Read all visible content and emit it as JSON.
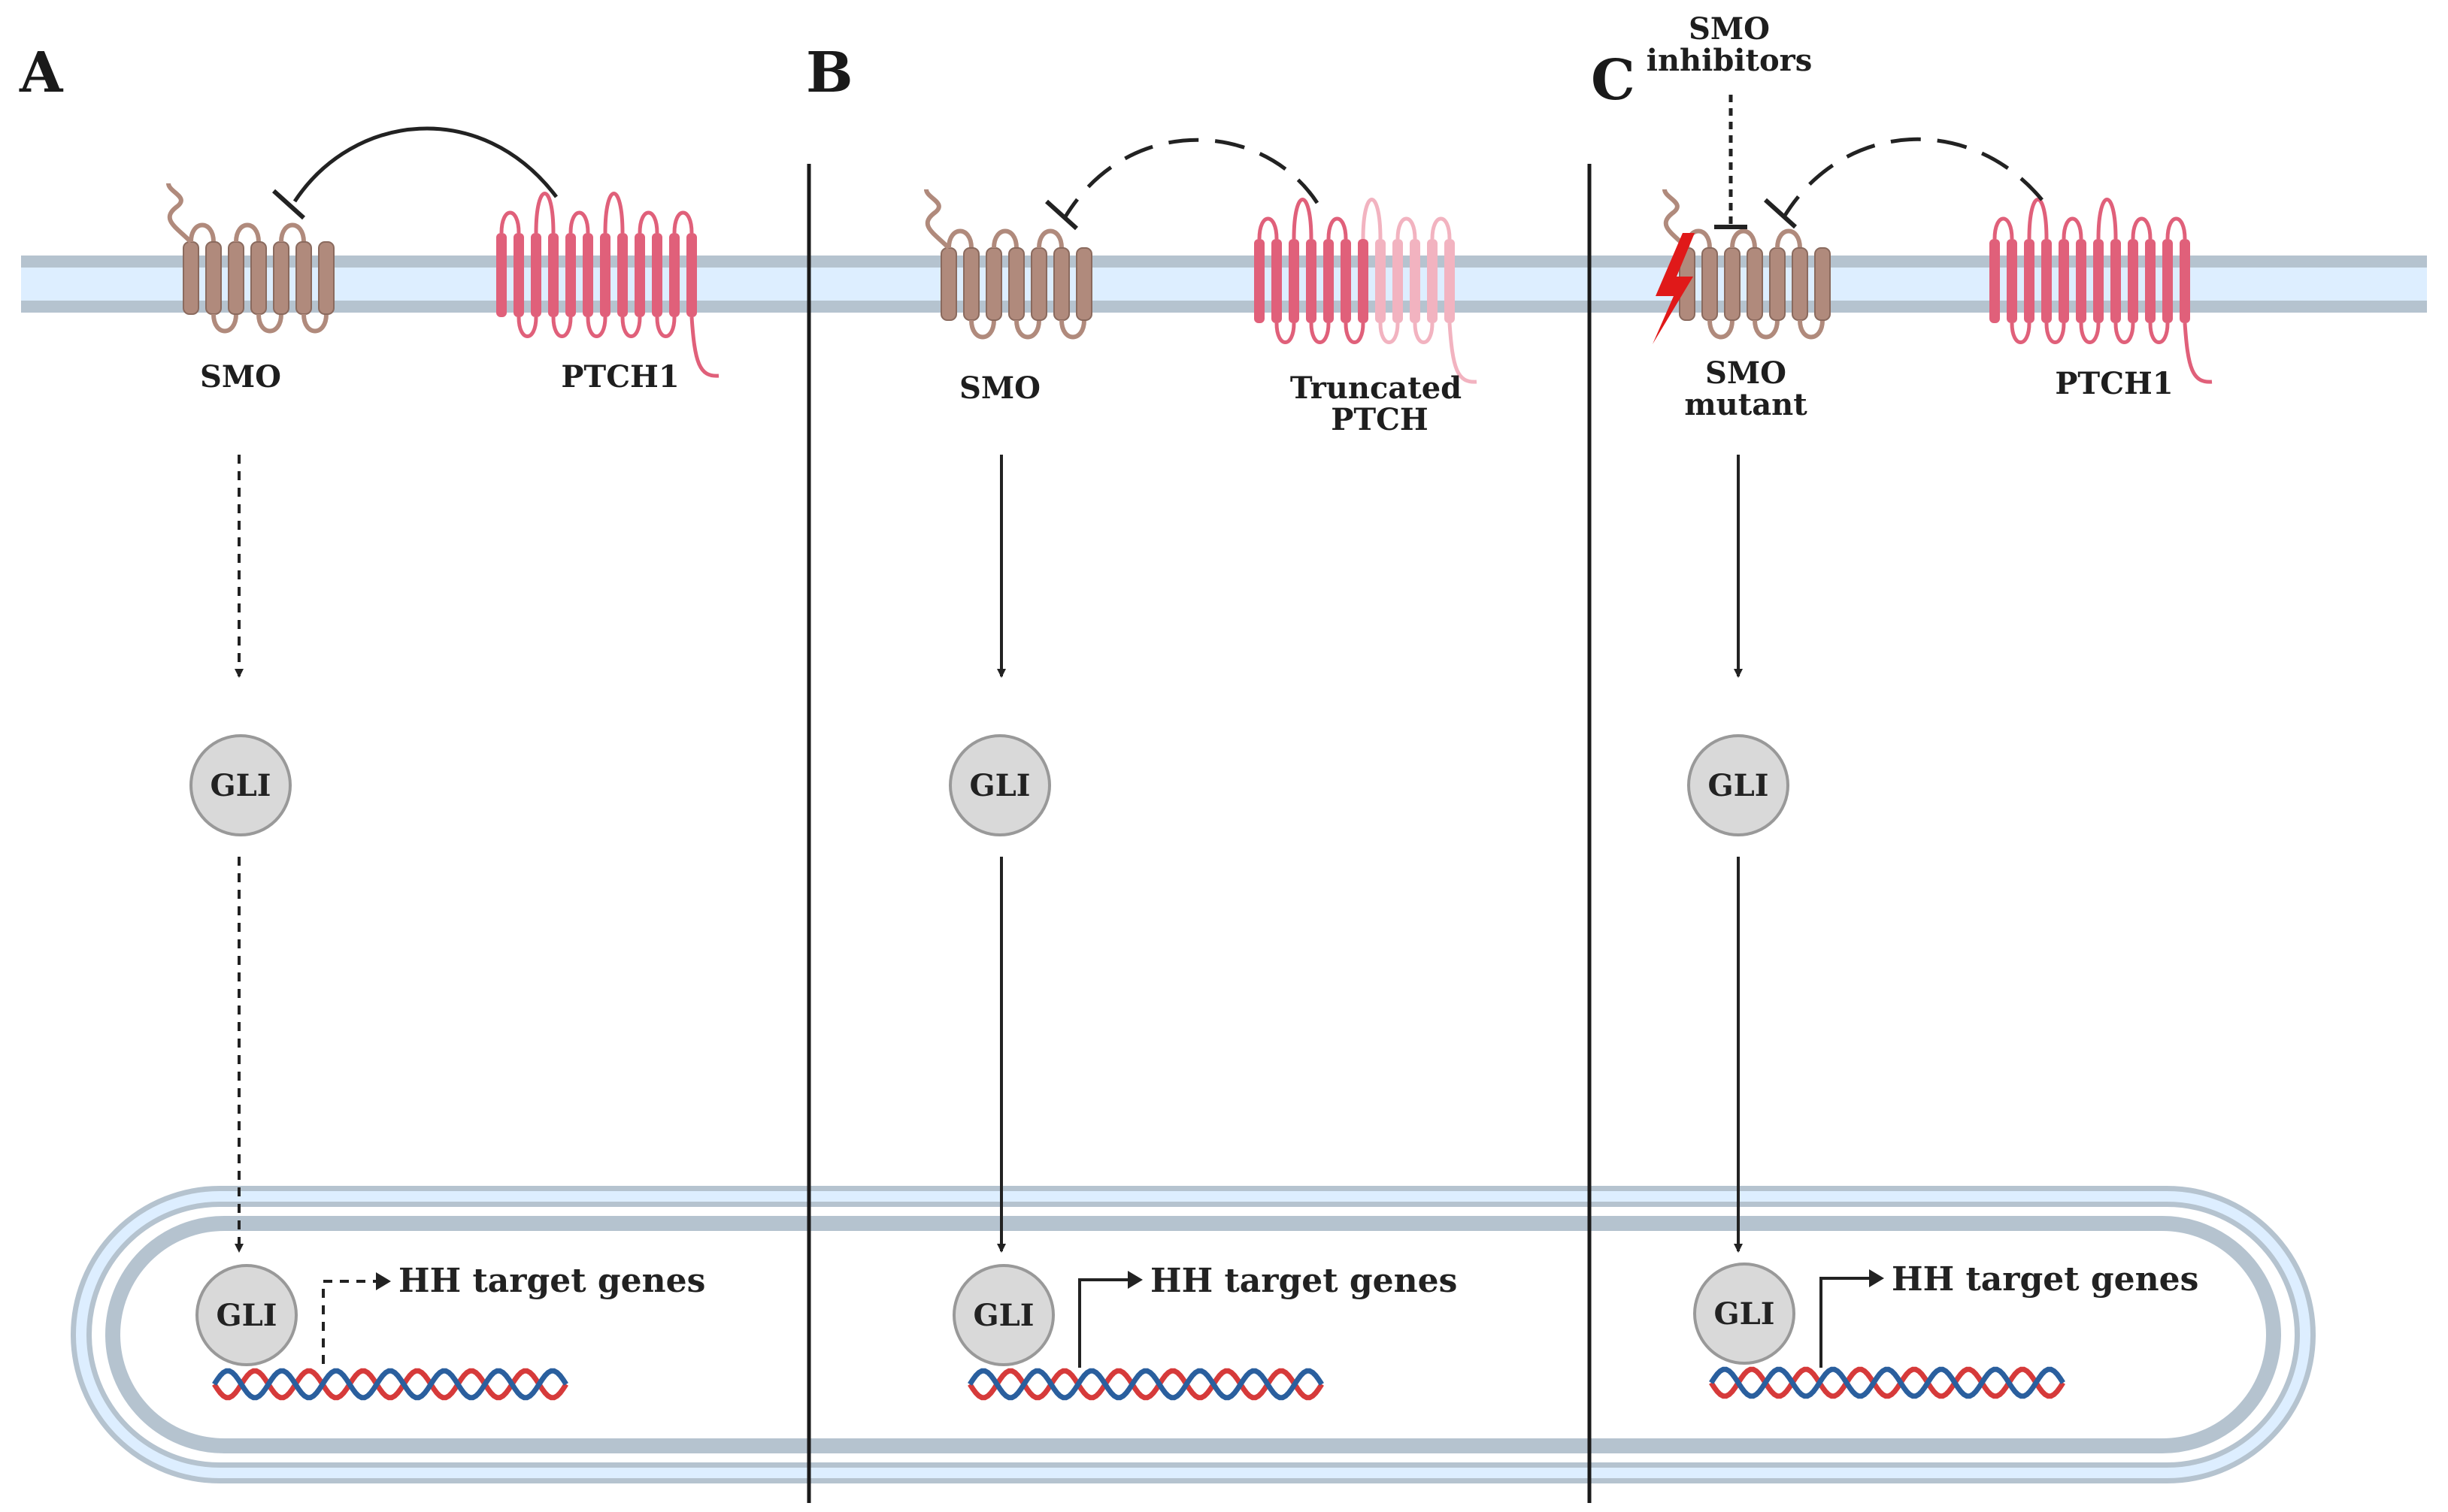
{
  "panels": [
    {
      "letter": "A",
      "smo_label": "SMO",
      "smo_sublabel": "",
      "ptch_label": "PTCH1",
      "ptch_sublabel": "",
      "gli_cytoplasm": "GLI",
      "gli_nucleus": "GLI",
      "target_genes": "HH target genes",
      "signal_state": "inactive (dashed arrows)"
    },
    {
      "letter": "B",
      "smo_label": "SMO",
      "smo_sublabel": "",
      "ptch_label": "Truncated",
      "ptch_sublabel": "PTCH",
      "gli_cytoplasm": "GLI",
      "gli_nucleus": "GLI",
      "target_genes": "HH target genes",
      "signal_state": "active (solid arrows)"
    },
    {
      "letter": "C",
      "smo_label": "SMO",
      "smo_sublabel": "mutant",
      "ptch_label": "PTCH1",
      "ptch_sublabel": "",
      "inhibitor_line1": "SMO",
      "inhibitor_line2": "inhibitors",
      "gli_cytoplasm": "GLI",
      "gli_nucleus": "GLI",
      "target_genes": "HH target genes",
      "signal_state": "active (solid arrows)"
    }
  ],
  "colors": {
    "smo": "#b08a7c",
    "ptch": "#e0607a",
    "ptch_faded": "#f2b3c0",
    "membrane_outer": "#b5c3cf",
    "membrane_inner": "#ddeeff",
    "gli_fill": "#d9d9d9",
    "dna_red": "#d63a3a",
    "dna_blue": "#2a5f9e",
    "mutation": "#e01919"
  },
  "icons": [
    "lightning-bolt-icon",
    "dna-helix-icon",
    "smo-receptor-icon",
    "ptch-receptor-icon"
  ]
}
